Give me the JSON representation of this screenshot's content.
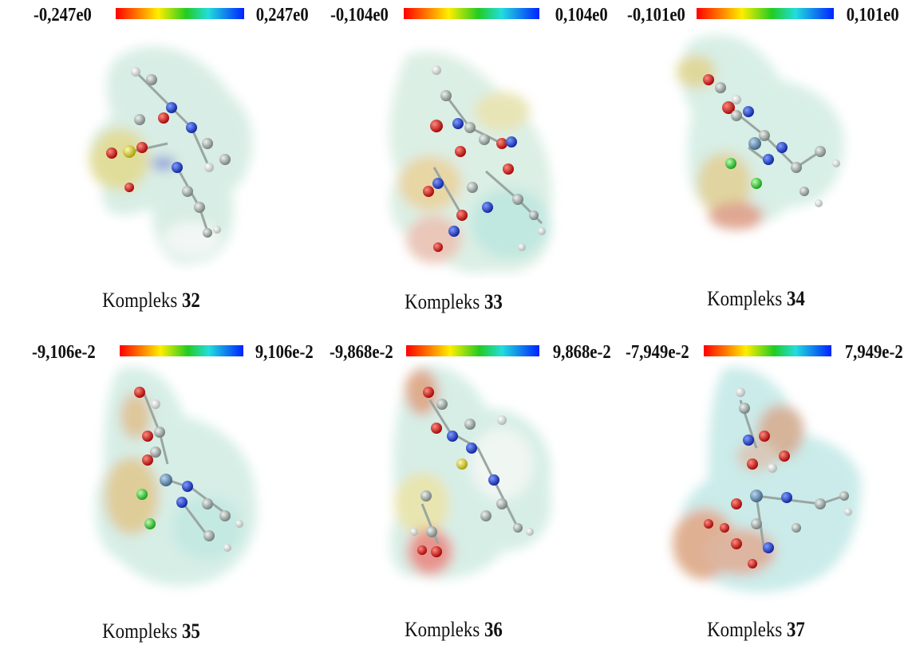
{
  "panels": [
    {
      "scale_min": "-0,247e0",
      "scale_max": "0,247e0",
      "caption_prefix": "Kompleks",
      "caption_number": "32"
    },
    {
      "scale_min": "-0,104e0",
      "scale_max": "0,104e0",
      "caption_prefix": "Kompleks",
      "caption_number": "33"
    },
    {
      "scale_min": "-0,101e0",
      "scale_max": "0,101e0",
      "caption_prefix": "Kompleks",
      "caption_number": "34"
    },
    {
      "scale_min": "-9,106e-2",
      "scale_max": "9,106e-2",
      "caption_prefix": "Kompleks",
      "caption_number": "35"
    },
    {
      "scale_min": "-9,868e-2",
      "scale_max": "9,868e-2",
      "caption_prefix": "Kompleks",
      "caption_number": "36"
    },
    {
      "scale_min": "-7,949e-2",
      "scale_max": "7,949e-2",
      "caption_prefix": "Kompleks",
      "caption_number": "37"
    }
  ],
  "colors": {
    "scale": [
      "#ff0000",
      "#ff8000",
      "#ffee00",
      "#22cc22",
      "#22dddd",
      "#0022ff"
    ],
    "atom_carbon": "#8a9590",
    "atom_hydrogen": "#e8ecea",
    "atom_nitrogen": "#1a3fd6",
    "atom_oxygen": "#d81010",
    "atom_chlorine": "#33dd33",
    "atom_sulfur": "#e0d020",
    "atom_metal": "#5a7fa0"
  }
}
